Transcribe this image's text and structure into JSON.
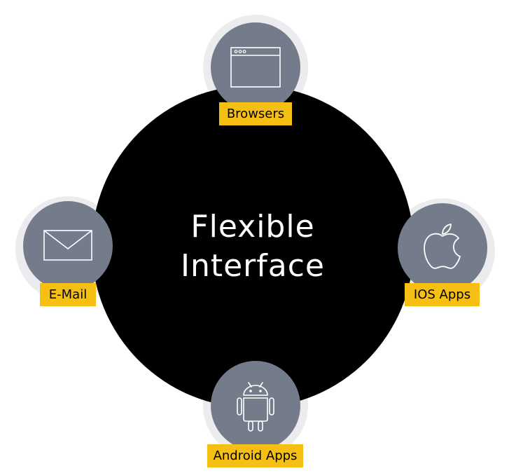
{
  "center": {
    "line1": "Flexible",
    "line2": "Interface"
  },
  "nodes": {
    "browsers": {
      "label": "Browsers",
      "icon": "browser-window-icon"
    },
    "email": {
      "label": "E-Mail",
      "icon": "envelope-icon"
    },
    "ios": {
      "label": "IOS Apps",
      "icon": "apple-icon"
    },
    "android": {
      "label": "Android Apps",
      "icon": "android-icon"
    }
  },
  "colors": {
    "hub": "#000000",
    "node": "#747b8a",
    "halo": "#ececef",
    "label_bg": "#f5c013"
  }
}
